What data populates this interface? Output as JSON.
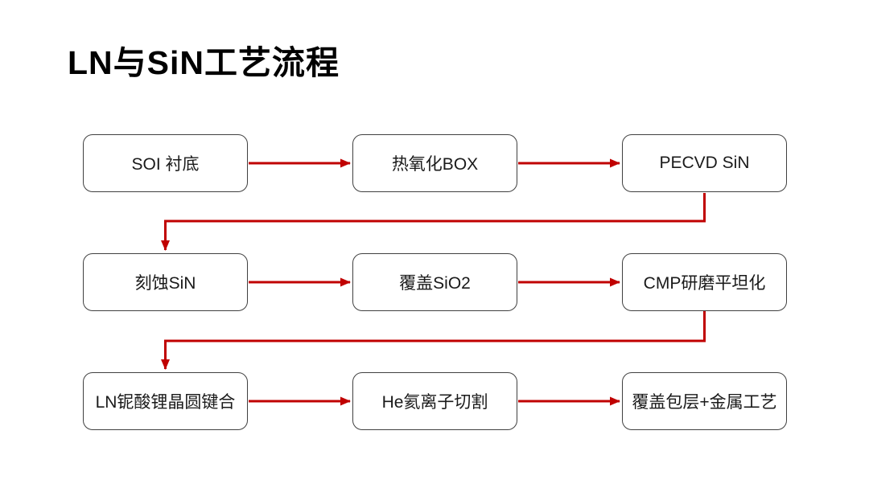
{
  "title": "LN与SiN工艺流程",
  "colors": {
    "arrow": "#C00000",
    "box_border": "#404040",
    "box_fill": "#FFFFFF",
    "text": "#1A1A1A",
    "title_text": "#000000",
    "bg": "#FFFFFF"
  },
  "nodes": [
    {
      "id": "soi-substrate",
      "label": "SOI 衬底",
      "row": 1,
      "col": 1
    },
    {
      "id": "thermal-oxide-box",
      "label": "热氧化BOX",
      "row": 1,
      "col": 2
    },
    {
      "id": "pecvd-sin",
      "label": "PECVD SiN",
      "row": 1,
      "col": 3
    },
    {
      "id": "etch-sin",
      "label": "刻蚀SiN",
      "row": 2,
      "col": 1
    },
    {
      "id": "cover-sio2",
      "label": "覆盖SiO2",
      "row": 2,
      "col": 2
    },
    {
      "id": "cmp-planarization",
      "label": "CMP研磨平坦化",
      "row": 2,
      "col": 3
    },
    {
      "id": "ln-wafer-bonding",
      "label": "LN铌酸锂晶圆键合",
      "row": 3,
      "col": 1
    },
    {
      "id": "he-ion-slicing",
      "label": "He氦离子切割",
      "row": 3,
      "col": 2
    },
    {
      "id": "cladding-metal",
      "label": "覆盖包层+金属工艺",
      "row": 3,
      "col": 3
    }
  ],
  "edges": [
    {
      "from": "soi-substrate",
      "to": "thermal-oxide-box"
    },
    {
      "from": "thermal-oxide-box",
      "to": "pecvd-sin"
    },
    {
      "from": "pecvd-sin",
      "to": "etch-sin"
    },
    {
      "from": "etch-sin",
      "to": "cover-sio2"
    },
    {
      "from": "cover-sio2",
      "to": "cmp-planarization"
    },
    {
      "from": "cmp-planarization",
      "to": "ln-wafer-bonding"
    },
    {
      "from": "ln-wafer-bonding",
      "to": "he-ion-slicing"
    },
    {
      "from": "he-ion-slicing",
      "to": "cladding-metal"
    }
  ]
}
